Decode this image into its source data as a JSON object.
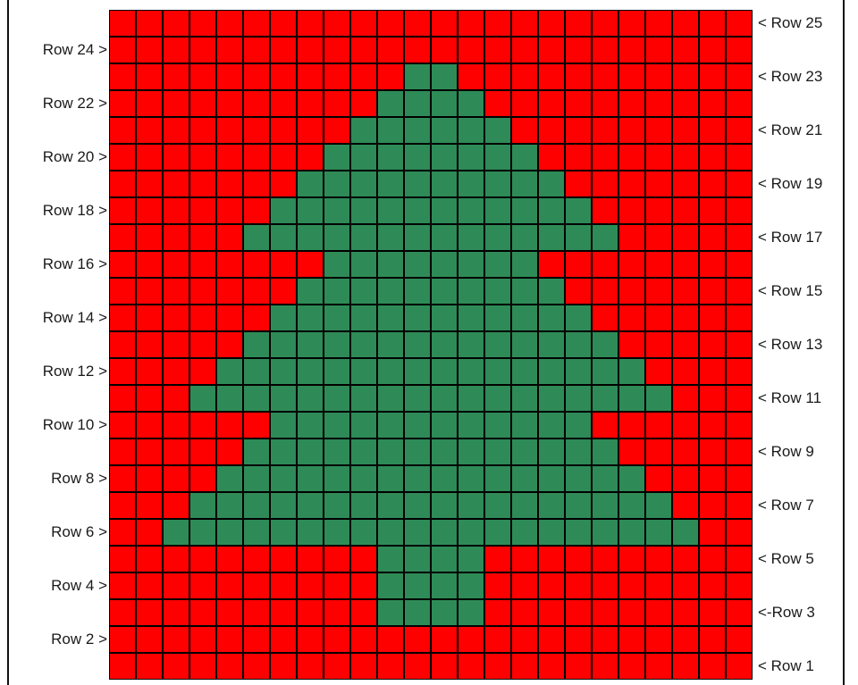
{
  "colors": {
    "background_cell": "#ff0000",
    "tree_cell": "#2e8b57",
    "grid_line": "#000000"
  },
  "left_labels": [
    {
      "text": "Row 24 >",
      "row": 24
    },
    {
      "text": "Row 22 >",
      "row": 22
    },
    {
      "text": "Row 20 >",
      "row": 20
    },
    {
      "text": "Row 18 >",
      "row": 18
    },
    {
      "text": "Row 16 >",
      "row": 16
    },
    {
      "text": "Row 14 >",
      "row": 14
    },
    {
      "text": "Row 12 >",
      "row": 12
    },
    {
      "text": "Row 10 >",
      "row": 10
    },
    {
      "text": "Row 8 >",
      "row": 8
    },
    {
      "text": "Row 6 >",
      "row": 6
    },
    {
      "text": "Row 4 >",
      "row": 4
    },
    {
      "text": "Row 2 >",
      "row": 2
    }
  ],
  "right_labels": [
    {
      "text": "< Row 25",
      "row": 25
    },
    {
      "text": "< Row 23",
      "row": 23
    },
    {
      "text": "< Row 21",
      "row": 21
    },
    {
      "text": "< Row 19",
      "row": 19
    },
    {
      "text": "< Row 17",
      "row": 17
    },
    {
      "text": "< Row 15",
      "row": 15
    },
    {
      "text": "< Row 13",
      "row": 13
    },
    {
      "text": "< Row 11",
      "row": 11
    },
    {
      "text": "< Row 9",
      "row": 9
    },
    {
      "text": "< Row 7",
      "row": 7
    },
    {
      "text": "< Row 5",
      "row": 5
    },
    {
      "text": "<-Row 3",
      "row": 3
    },
    {
      "text": "< Row 1",
      "row": 1
    }
  ],
  "pattern": [
    "RRRRRRRRRRRRRRRRRRRRRRRR",
    "RRRRRRRRRRRRRRRRRRRRRRRR",
    "RRRRRRRRRRRGGRRRRRRRRRRR",
    "RRRRRRRRRRGGGGRRRRRRRRRR",
    "RRRRRRRRRGGGGGGRRRRRRRRR",
    "RRRRRRRRGGGGGGGGRRRRRRRR",
    "RRRRRRRGGGGGGGGGGRRRRRRR",
    "RRRRRRGGGGGGGGGGGGRRRRRR",
    "RRRRRGGGGGGGGGGGGGGRRRRR",
    "RRRRRRRRGGGGGGGGRRRRRRRR",
    "RRRRRRRGGGGGGGGGGRRRRRRR",
    "RRRRRRGGGGGGGGGGGGRRRRRR",
    "RRRRRGGGGGGGGGGGGGGRRRRR",
    "RRRRGGGGGGGGGGGGGGGGRRRR",
    "RRRGGGGGGGGGGGGGGGGGGRRR",
    "RRRRRRGGGGGGGGGGGGRRRRRR",
    "RRRRRGGGGGGGGGGGGGGRRRRR",
    "RRRRGGGGGGGGGGGGGGGGRRRR",
    "RRRGGGGGGGGGGGGGGGGGGRRR",
    "RRGGGGGGGGGGGGGGGGGGGGRR",
    "RRRRRRRRRRGGGGRRRRRRRRRR",
    "RRRRRRRRRRGGGGRRRRRRRRRR",
    "RRRRRRRRRRGGGGRRRRRRRRRR",
    "RRRRRRRRRRRRRRRRRRRRRRRR",
    "RRRRRRRRRRRRRRRRRRRRRRRR"
  ]
}
